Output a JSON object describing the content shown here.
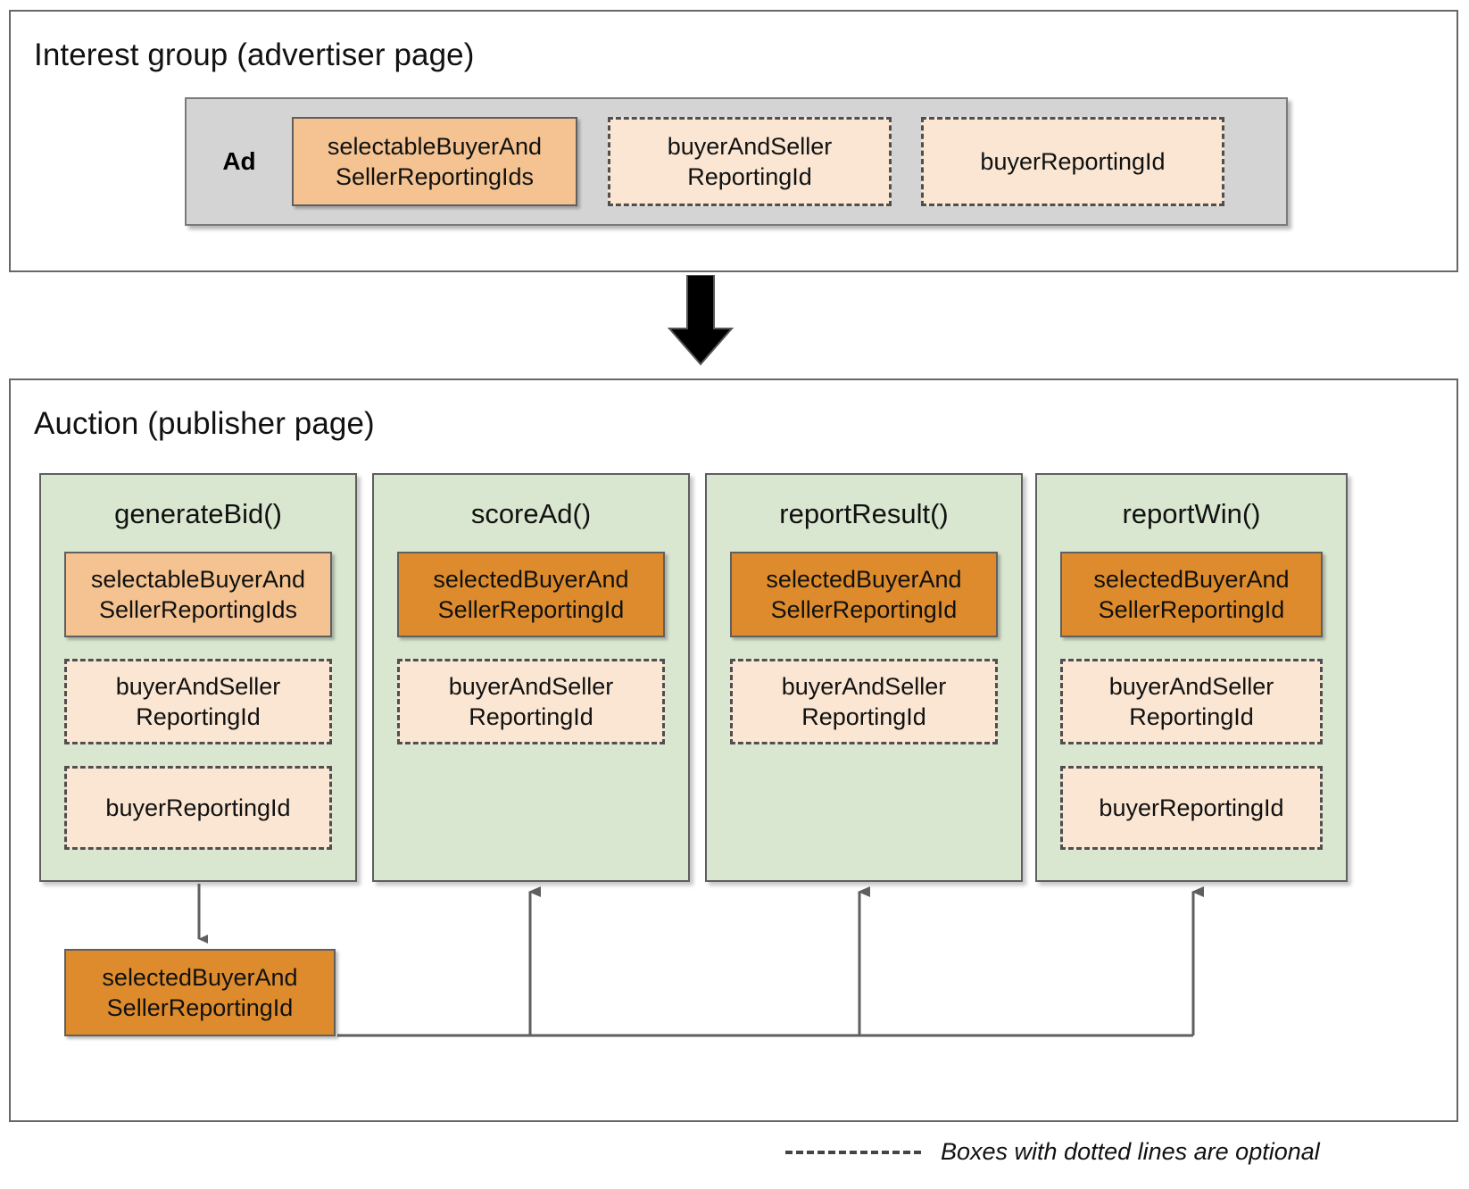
{
  "interest_group": {
    "title": "Interest group (advertiser page)",
    "ad": {
      "label": "Ad",
      "fields": [
        {
          "text": "selectableBuyerAnd\nSellerReportingIds",
          "style": "solid-light-orange"
        },
        {
          "text": "buyerAndSeller\nReportingId",
          "style": "dashed-cream"
        },
        {
          "text": "buyerReportingId",
          "style": "dashed-cream"
        }
      ]
    }
  },
  "auction": {
    "title": "Auction (publisher page)",
    "functions": [
      {
        "name": "generateBid()",
        "fields": [
          {
            "text": "selectableBuyerAnd\nSellerReportingIds",
            "style": "solid-light-orange"
          },
          {
            "text": "buyerAndSeller\nReportingId",
            "style": "dashed-cream"
          },
          {
            "text": "buyerReportingId",
            "style": "dashed-cream"
          }
        ]
      },
      {
        "name": "scoreAd()",
        "fields": [
          {
            "text": "selectedBuyerAnd\nSellerReportingId",
            "style": "solid-dark-orange"
          },
          {
            "text": "buyerAndSeller\nReportingId",
            "style": "dashed-cream"
          }
        ]
      },
      {
        "name": "reportResult()",
        "fields": [
          {
            "text": "selectedBuyerAnd\nSellerReportingId",
            "style": "solid-dark-orange"
          },
          {
            "text": "buyerAndSeller\nReportingId",
            "style": "dashed-cream"
          }
        ]
      },
      {
        "name": "reportWin()",
        "fields": [
          {
            "text": "selectedBuyerAnd\nSellerReportingId",
            "style": "solid-dark-orange"
          },
          {
            "text": "buyerAndSeller\nReportingId",
            "style": "dashed-cream"
          },
          {
            "text": "buyerReportingId",
            "style": "dashed-cream"
          }
        ]
      }
    ],
    "output_box": {
      "text": "selectedBuyerAnd\nSellerReportingId",
      "style": "solid-dark-orange"
    }
  },
  "legend": {
    "text": "Boxes with dotted lines are optional"
  },
  "colors": {
    "panel_border": "#676767",
    "ad_container_fill": "#d4d4d4",
    "function_fill": "#d9e7d0",
    "solid_dark_orange": "#dd8b2c",
    "solid_light_orange": "#f4c391",
    "dashed_cream_fill": "#fae6d2",
    "arrow_gray": "#5f5f5f",
    "big_arrow": "#000000"
  }
}
